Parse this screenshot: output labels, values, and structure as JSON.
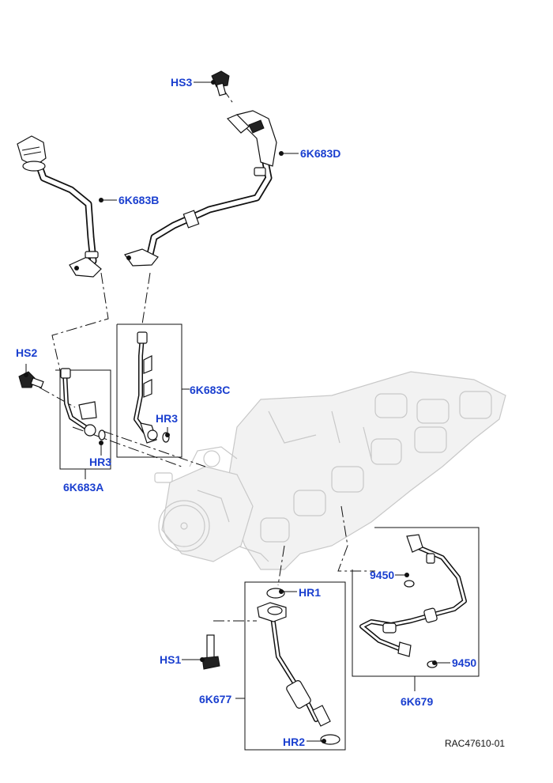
{
  "callouts": {
    "hs3": "HS3",
    "hs2": "HS2",
    "hs1": "HS1",
    "hr3_a": "HR3",
    "hr3_b": "HR3",
    "hr1": "HR1",
    "hr2": "HR2",
    "p6k683b": "6K683B",
    "p6k683d": "6K683D",
    "p6k683c": "6K683C",
    "p6k683a": "6K683A",
    "p6k677": "6K677",
    "p6k679": "6K679",
    "p9450_a": "9450",
    "p9450_b": "9450"
  },
  "reference_code": "RAC47610-01",
  "colors": {
    "callout": "#1a3fcf",
    "linework": "#111111",
    "ghost": "#c8c8c8"
  }
}
